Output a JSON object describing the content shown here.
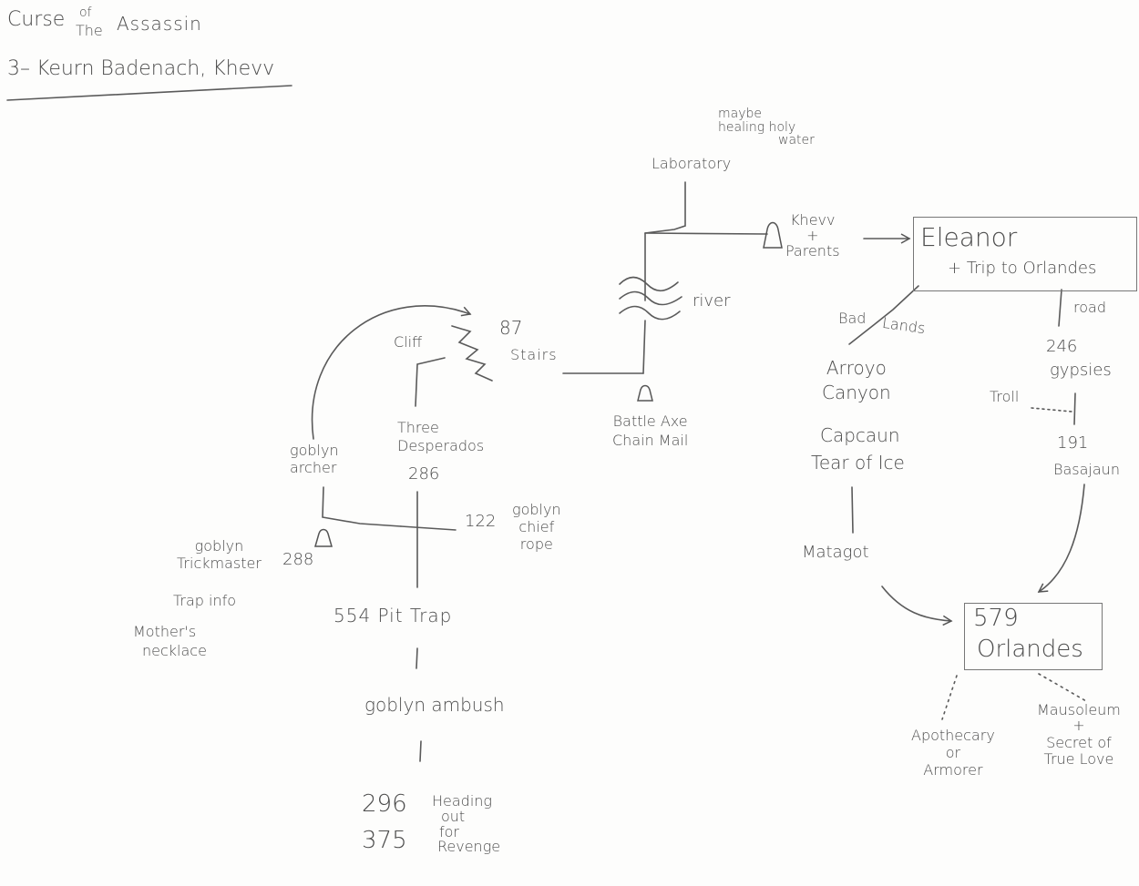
{
  "title": {
    "line1a": "Curse",
    "line1_of": "of",
    "line1_the": "The",
    "line1b": "Assassin",
    "line2": "3– Keurn Badenach, Khevv"
  },
  "nodes": {
    "laboratory": "Laboratory",
    "holy_water": [
      "maybe",
      "healing holy",
      "water"
    ],
    "khevv_parents": [
      "Khevv",
      "+",
      "Parents"
    ],
    "eleanor": "Eleanor",
    "eleanor_sub": "+ Trip to Orlandes",
    "river": "river",
    "stairs_num": "87",
    "stairs": "Stairs",
    "cliff": "Cliff",
    "battle_axe": [
      "Battle Axe",
      "Chain Mail"
    ],
    "three_desperados": [
      "Three",
      "Desperados"
    ],
    "three_desperados_num": "286",
    "goblyn_archer": [
      "goblyn",
      "archer"
    ],
    "goblyn_chief_num": "122",
    "goblyn_chief": [
      "goblyn",
      "chief",
      "rope"
    ],
    "goblyn_trickmaster": [
      "goblyn",
      "Trickmaster"
    ],
    "trickmaster_num": "288",
    "trap_info": "Trap info",
    "mothers_necklace": [
      "Mother's",
      "necklace"
    ],
    "pit_trap": "554 Pit Trap",
    "goblyn_ambush": "goblyn ambush",
    "end_num1": "296",
    "end_num2": "375",
    "heading_out": [
      "Heading",
      "out",
      "for",
      "Revenge"
    ],
    "bad": "Bad",
    "lands": "Lands",
    "arroyo_canyon": [
      "Arroyo",
      "Canyon"
    ],
    "capcaun": "Capcaun",
    "tear_of_ice": "Tear of Ice",
    "matagot": "Matagot",
    "road": "road",
    "gypsies_num": "246",
    "gypsies": "gypsies",
    "troll": "Troll",
    "basajaun_num": "191",
    "basajaun": "Basajaun",
    "orlandes_num": "579",
    "orlandes": "Orlandes",
    "apothecary": [
      "Apothecary",
      "or",
      "Armorer"
    ],
    "mausoleum": [
      "Mausoleum",
      "+",
      "Secret of",
      "True Love"
    ]
  }
}
